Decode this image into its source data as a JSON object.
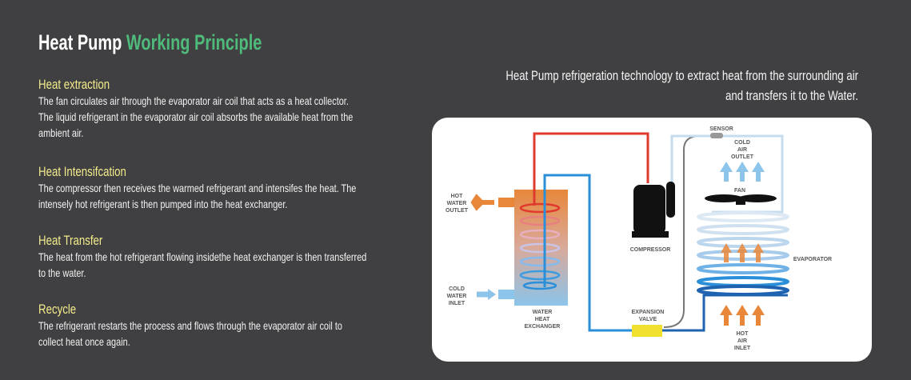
{
  "title": {
    "part1": "Heat Pump",
    "part2": "Working Principle"
  },
  "sections": [
    {
      "heading": "Heat extraction",
      "lines": [
        "The fan circulates air through the evaporator air coil that acts as a heat collector.",
        "The liquid refrigerant in the evaporator air coil absorbs the available heat from the",
        "ambient air."
      ]
    },
    {
      "heading": "Heat Intensifcation",
      "lines": [
        "The compressor then receives the warmed refrigerant and intensifes the heat. The",
        "intensely hot refrigerant is then pumped into the heat exchanger."
      ]
    },
    {
      "heading": "Heat Transfer",
      "lines": [
        "The heat from the hot refrigerant flowing insidethe heat exchanger is then transferred",
        "to the water."
      ]
    },
    {
      "heading": "Recycle",
      "lines": [
        "The refrigerant restarts the process and flows through the evaporator air coil to",
        "collect heat once again."
      ]
    }
  ],
  "intro": [
    "Heat Pump refrigeration technology to extract heat from the surrounding air",
    "and transfers it to the Water."
  ],
  "diagram": {
    "hot_water_outlet": [
      "HOT",
      "WATER",
      "OUTLET"
    ],
    "cold_water_inlet": [
      "COLD",
      "WATER",
      "INLET"
    ],
    "water_heat_exchanger": [
      "WATER",
      "HEAT",
      "EXCHANGER"
    ],
    "compressor": "COMPRESSOR",
    "expansion_valve": [
      "EXPANSION",
      "VALVE"
    ],
    "sensor": "SENSOR",
    "cold_air_outlet": [
      "COLD",
      "AIR",
      "OUTLET"
    ],
    "fan": "FAN",
    "evaporator": "EVAPORATOR",
    "hot_air_inlet": [
      "HOT",
      "AIR",
      "INLET"
    ]
  },
  "colors": {
    "background": "#404042",
    "accent_green": "#4fbb7b",
    "heading_yellow": "#f4ec8c",
    "hot_pipe": "#e03a2e",
    "cold_pipe": "#2a8fd8"
  }
}
